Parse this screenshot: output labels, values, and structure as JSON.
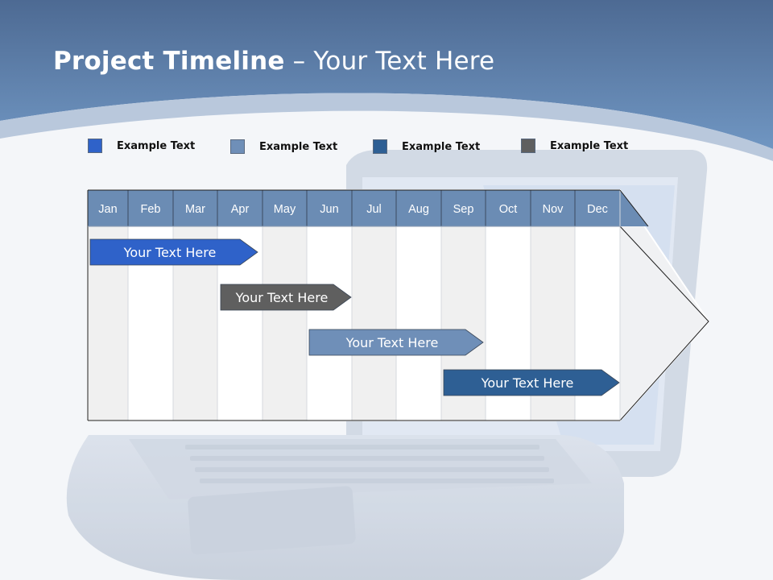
{
  "title": {
    "bold": "Project Timeline",
    "rest": " – Your Text Here"
  },
  "legend": [
    {
      "label": "Example Text",
      "color": "#2f62c9"
    },
    {
      "label": "Example Text",
      "color": "#6f8fb8"
    },
    {
      "label": "Example Text",
      "color": "#2e5f94"
    },
    {
      "label": "Example Text",
      "color": "#5f5f5f"
    }
  ],
  "months": [
    "Jan",
    "Feb",
    "Mar",
    "Apr",
    "May",
    "Jun",
    "Jul",
    "Aug",
    "Sep",
    "Oct",
    "Nov",
    "Dec"
  ],
  "tasks": [
    {
      "label": "Your  Text Here",
      "start": "Jan",
      "end": "Apr",
      "color": "#2f62c9"
    },
    {
      "label": "Your  Text Here",
      "start": "Apr",
      "end": "Jun",
      "color": "#5f5f5f"
    },
    {
      "label": "Your  Text Here",
      "start": "Jun",
      "end": "Sep",
      "color": "#6f8fb8"
    },
    {
      "label": "Your  Text Here",
      "start": "Sep",
      "end": "Dec",
      "color": "#2e5f94"
    }
  ],
  "colors": {
    "header": "#6b8cb4",
    "banner_top": "#4f6d96",
    "banner_bottom": "#6f93c0"
  }
}
